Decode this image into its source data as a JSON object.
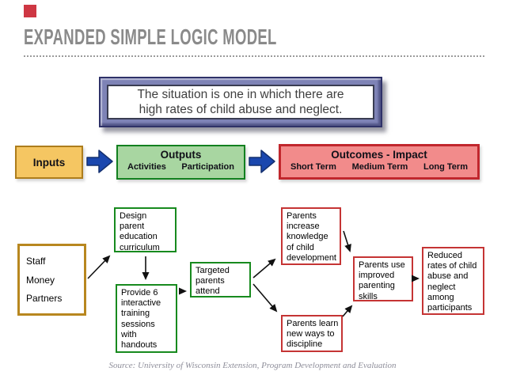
{
  "slide": {
    "title": "EXPANDED SIMPLE LOGIC MODEL",
    "title_color": "#8A8A8A",
    "accent_square_color": "#CE3743",
    "background_color": "#FFFFFF",
    "source_note": "Source: University of Wisconsin Extension, Program Development and Evaluation"
  },
  "situation_banner": {
    "line1": "The situation is one in which there are",
    "line2": "high rates of child abuse and neglect.",
    "frame_fill": "#7E83B6",
    "frame_edge": "#2E3168"
  },
  "header_row": {
    "arrow_color": "#1A47AE",
    "inputs": {
      "label": "Inputs",
      "fill": "#F5C662",
      "border": "#AD7D1C"
    },
    "outputs": {
      "label": "Outputs",
      "sub_labels": [
        "Activities",
        "Participation"
      ],
      "fill": "#A8D6A1",
      "border": "#12801F"
    },
    "outcomes": {
      "label": "Outcomes - Impact",
      "sub_labels": [
        "Short Term",
        "Medium Term",
        "Long Term"
      ],
      "fill": "#F28B8B",
      "border": "#C1272D"
    }
  },
  "flowchart": {
    "inputs_box": {
      "items": [
        "Staff",
        "Money",
        "Partners"
      ],
      "border": "#B8871F"
    },
    "output_border": "#178A1E",
    "outcome_border": "#C53434",
    "boxes": {
      "design": "Design\nparent\neducation\ncurriculum",
      "provide": "Provide 6\ninteractive\ntraining\nsessions\nwith\nhandouts",
      "targeted": "Targeted\nparents\nattend",
      "increase": "Parents\nincrease\nknowledge\nof child\ndevelopment",
      "learn": "Parents learn\nnew ways to\ndiscipline",
      "use": "Parents use\nimproved\nparenting\nskills",
      "reduced": "Reduced\nrates of child\nabuse and\nneglect\namong\nparticipants"
    }
  }
}
